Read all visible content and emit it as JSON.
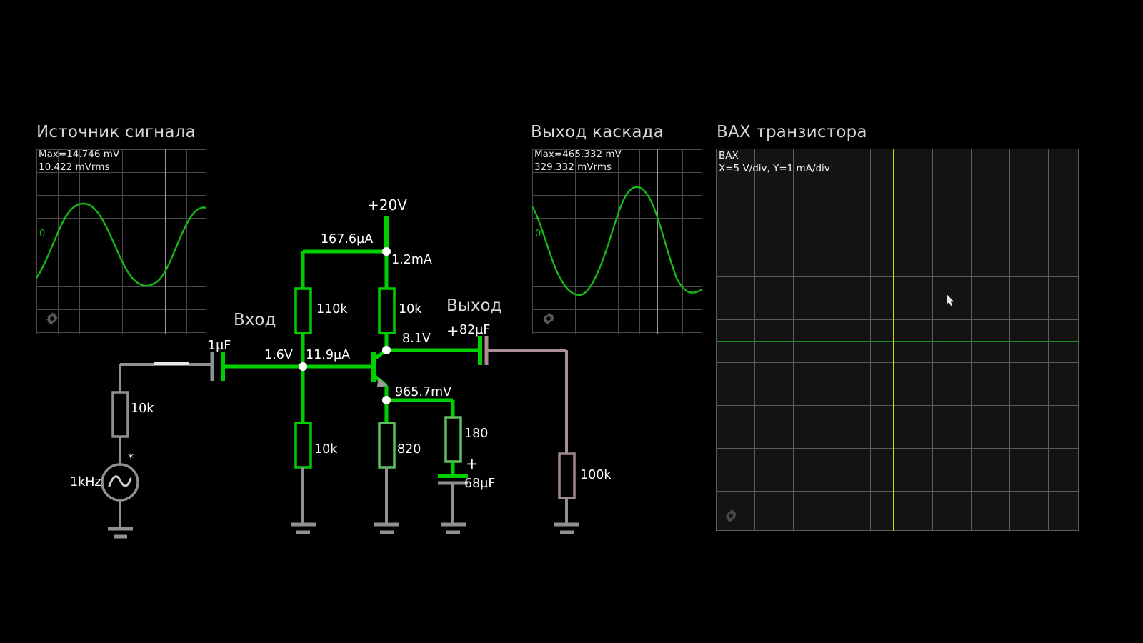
{
  "app": {
    "background": "#000000",
    "wire_hot_color": "#00d000",
    "wire_neutral_color": "#909090",
    "wire_output_color": "#a88f95",
    "scope_trace_color": "#16b816",
    "iv_axis_y_color": "#d4d400",
    "iv_axis_x_color": "#1e8a28"
  },
  "panels": {
    "source_scope": {
      "title": "Источник сигнала",
      "readout_line1": "Max=14.746 mV",
      "readout_line2": "10.422 mVrms",
      "zero_label": "0",
      "gear_icon": "gear-icon"
    },
    "output_scope": {
      "title": "Выход каскада",
      "readout_line1": "Max=465.332 mV",
      "readout_line2": "329.332 mVrms",
      "zero_label": "0",
      "gear_icon": "gear-icon"
    },
    "iv_plot": {
      "title": "ВАХ транзистора",
      "readout_line1": "ВАХ",
      "readout_line2": "X=5 V/div, Y=1 mA/div",
      "gear_icon": "gear-icon"
    }
  },
  "circuit": {
    "node_labels": {
      "supply": "+20V",
      "input_section": "Вход",
      "output_section": "Выход"
    },
    "measurements": {
      "r_bias_top_current": "167.6µA",
      "collector_current": "1.2mA",
      "base_voltage": "1.6V",
      "base_current": "11.9µA",
      "collector_voltage": "8.1V",
      "emitter_voltage": "965.7mV"
    },
    "components": [
      {
        "id": "source",
        "label": "1kHz",
        "type": "ac-source",
        "marker": "*"
      },
      {
        "id": "r_source",
        "label": "10k",
        "type": "resistor"
      },
      {
        "id": "c_in",
        "label": "1µF",
        "type": "capacitor"
      },
      {
        "id": "r_b1",
        "label": "110k",
        "type": "resistor"
      },
      {
        "id": "r_b2",
        "label": "10k",
        "type": "resistor"
      },
      {
        "id": "r_c",
        "label": "10k",
        "type": "resistor"
      },
      {
        "id": "r_e1",
        "label": "820",
        "type": "resistor"
      },
      {
        "id": "r_e2",
        "label": "180",
        "type": "resistor"
      },
      {
        "id": "c_e",
        "label": "68µF",
        "type": "electrolytic",
        "polarity": "+"
      },
      {
        "id": "c_out",
        "label": "82µF",
        "type": "electrolytic",
        "polarity": "+"
      },
      {
        "id": "r_load",
        "label": "100k",
        "type": "resistor"
      },
      {
        "id": "q1",
        "label": "",
        "type": "npn-transistor"
      }
    ]
  }
}
